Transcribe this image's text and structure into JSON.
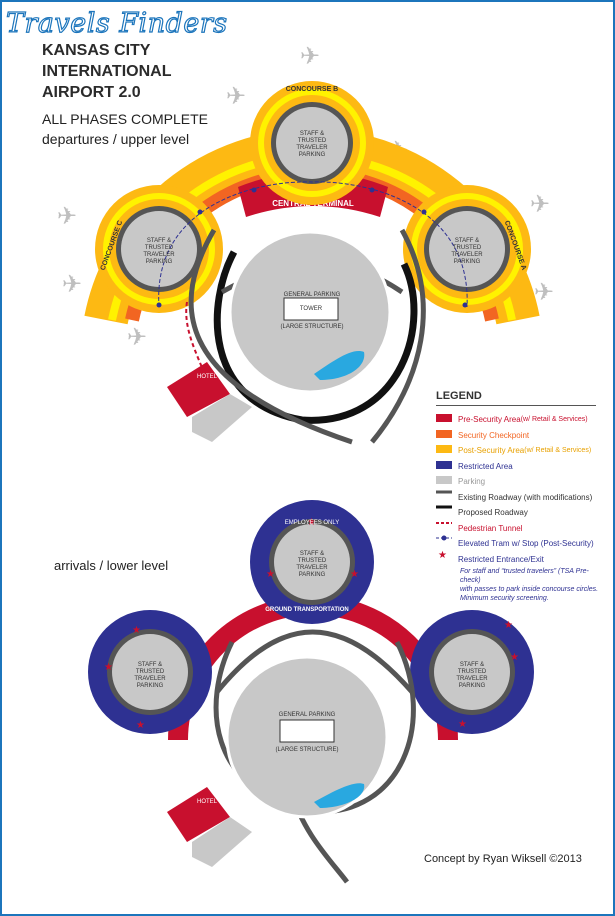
{
  "watermark": "Travels Finders",
  "title_lines": [
    "KANSAS CITY",
    "INTERNATIONAL",
    "AIRPORT 2.0"
  ],
  "subtitle_lines": [
    "ALL PHASES COMPLETE",
    "departures / upper level"
  ],
  "arrivals_label": "arrivals / lower level",
  "credit": "Concept by Ryan Wiksell ©2013",
  "concourses": {
    "a": "CONCOURSE A",
    "b": "CONCOURSE B",
    "c": "CONCOURSE C"
  },
  "central_terminal": "CENTRAL TERMINAL",
  "ground_transportation": "GROUND TRANSPORTATION",
  "staff_parking": [
    "STAFF &",
    "TRUSTED TRAVELER",
    "PARKING"
  ],
  "employees_only": "EMPLOYEES ONLY",
  "general_parking": "GENERAL PARKING",
  "tower": "TOWER",
  "large_structure": "(LARGE STRUCTURE)",
  "hotel": "HOTEL",
  "legend": {
    "heading": "LEGEND",
    "items": [
      {
        "label": "Pre-Security Area",
        "suffix": " (w/ Retail & Services)",
        "color": "#c8102e",
        "type": "box",
        "labelcolor": "#c8102e",
        "suffixcolor": "#c8102e"
      },
      {
        "label": "Security Checkpoint",
        "suffix": "",
        "color": "#f26522",
        "type": "box",
        "labelcolor": "#f26522",
        "suffixcolor": "#f26522"
      },
      {
        "label": "Post-Security Area",
        "suffix": " (w/ Retail & Services)",
        "color": "#fdb913",
        "type": "box",
        "labelcolor": "#e8a100",
        "suffixcolor": "#e8a100"
      },
      {
        "label": "Restricted Area",
        "suffix": "",
        "color": "#2e3192",
        "type": "box",
        "labelcolor": "#2e3192",
        "suffixcolor": "#2e3192"
      },
      {
        "label": "Parking",
        "suffix": "",
        "color": "#c8c8c8",
        "type": "box",
        "labelcolor": "#999999",
        "suffixcolor": "#999999"
      },
      {
        "label": "Existing Roadway (with modifications)",
        "suffix": "",
        "color": "#555555",
        "type": "line",
        "labelcolor": "#333333",
        "suffixcolor": "#333333"
      },
      {
        "label": "Proposed Roadway",
        "suffix": "",
        "color": "#111111",
        "type": "line",
        "labelcolor": "#333333",
        "suffixcolor": "#333333"
      },
      {
        "label": "Pedestrian Tunnel",
        "suffix": "",
        "color": "#c8102e",
        "type": "dash",
        "labelcolor": "#c8102e",
        "suffixcolor": "#c8102e"
      },
      {
        "label": "Elevated Tram w/ Stop (Post-Security)",
        "suffix": "",
        "color": "#2e3192",
        "type": "tram",
        "labelcolor": "#2e3192",
        "suffixcolor": "#2e3192"
      },
      {
        "label": "Restricted Entrance/Exit",
        "suffix": "",
        "color": "#c8102e",
        "type": "star",
        "labelcolor": "#2e3192",
        "suffixcolor": "#2e3192"
      }
    ],
    "note_lines": [
      "For staff and “trusted travelers” (TSA Pre-check)",
      "with passes to park inside concourse circles.",
      "Minimum security screening."
    ]
  },
  "colors": {
    "pre": "#c8102e",
    "checkpoint": "#f26522",
    "post": "#fdb913",
    "post_light": "#fff200",
    "restricted": "#2e3192",
    "parking": "#c8c8c8",
    "road": "#555555",
    "water": "#29a8e0"
  }
}
